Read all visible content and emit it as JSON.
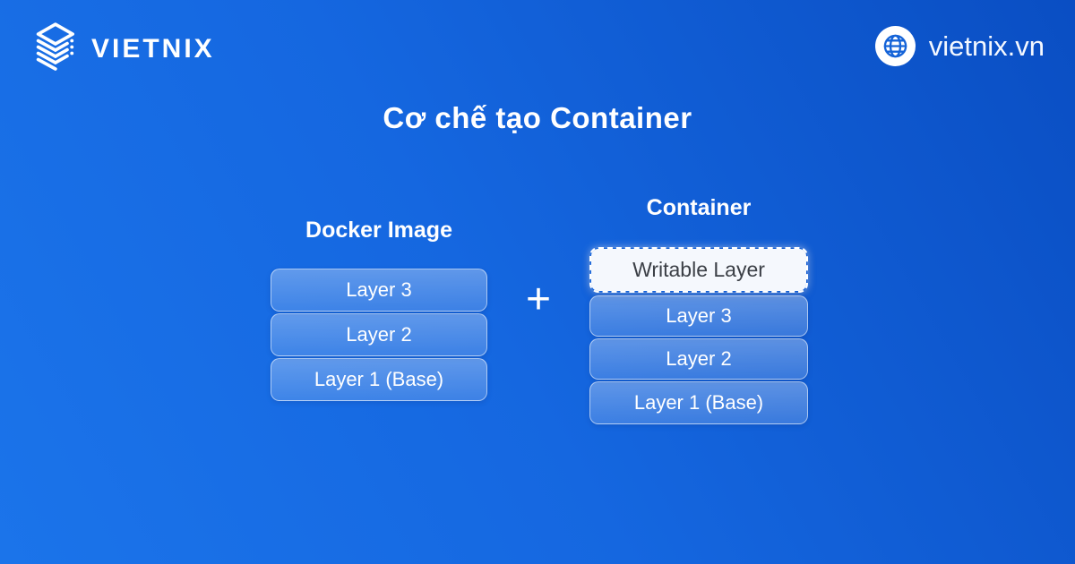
{
  "brand": {
    "logo_text": "VIETNIX",
    "logo_icon": "layers-stack-icon",
    "website": "vietnix.vn",
    "website_icon": "globe-icon"
  },
  "title": "Cơ chế tạo Container",
  "diagram": {
    "plus_sign": "+",
    "docker_image": {
      "label": "Docker Image",
      "layers": [
        "Layer 3",
        "Layer 2",
        "Layer 1 (Base)"
      ]
    },
    "container": {
      "label": "Container",
      "writable_layer": "Writable Layer",
      "layers": [
        "Layer 3",
        "Layer 2",
        "Layer 1 (Base)"
      ]
    }
  },
  "colors": {
    "background_gradient_start": "#1b74ea",
    "background_gradient_end": "#0a4ec3",
    "layer_fill": "rgba(255,255,255,0.24)",
    "layer_border": "rgba(255,255,255,0.55)",
    "writable_fill": "#f5f8fd",
    "writable_text": "#3b3f46",
    "text": "#ffffff"
  }
}
